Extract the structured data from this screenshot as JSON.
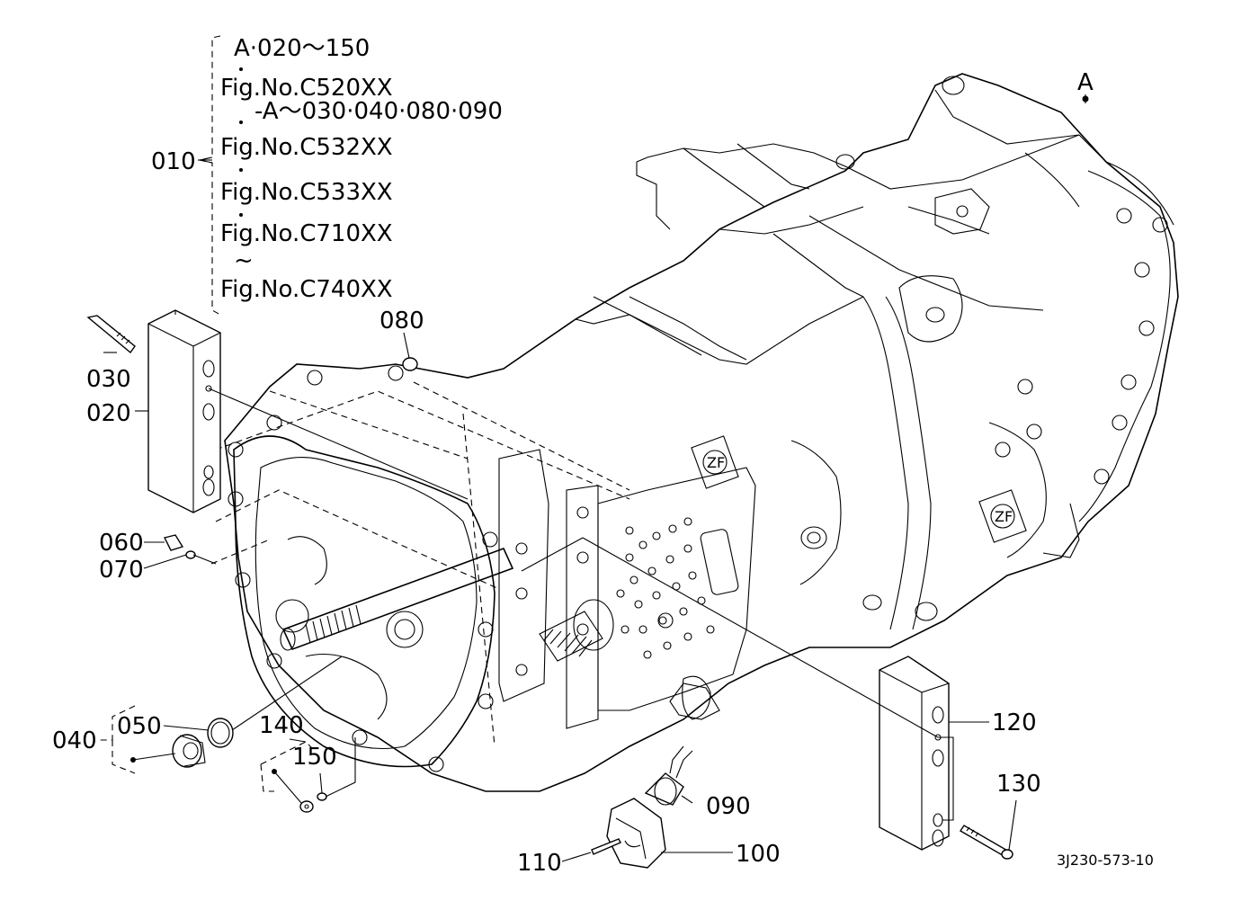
{
  "callouts": {
    "c010": "010",
    "c020": "020",
    "c030": "030",
    "c040": "040",
    "c050": "050",
    "c060": "060",
    "c070": "070",
    "c080": "080",
    "c090": "090",
    "c100": "100",
    "c110": "110",
    "c120": "120",
    "c130": "130",
    "c140": "140",
    "c150": "150",
    "a": "A"
  },
  "reference_block": {
    "line1": "A·020～150",
    "fig1": "Fig.No.C520XX",
    "line2": "-A～030·040·080·090",
    "fig2": "Fig.No.C532XX",
    "fig3": "Fig.No.C533XX",
    "fig4": "Fig.No.C710XX",
    "tilde": "~",
    "fig5": "Fig.No.C740XX"
  },
  "drawing_number": "3J230-573-10",
  "logo_text": "ZF"
}
